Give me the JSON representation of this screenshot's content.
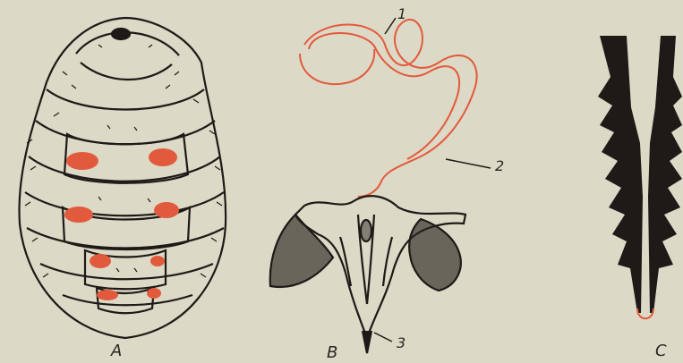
{
  "figure": {
    "panel_labels": {
      "a": "A",
      "b": "B",
      "c": "C"
    },
    "callouts": {
      "one": "1",
      "two": "2",
      "three": "3"
    },
    "colors": {
      "ink": "#1d1a17",
      "accent": "#e25a3c",
      "paper": "#ddd9c7"
    }
  }
}
